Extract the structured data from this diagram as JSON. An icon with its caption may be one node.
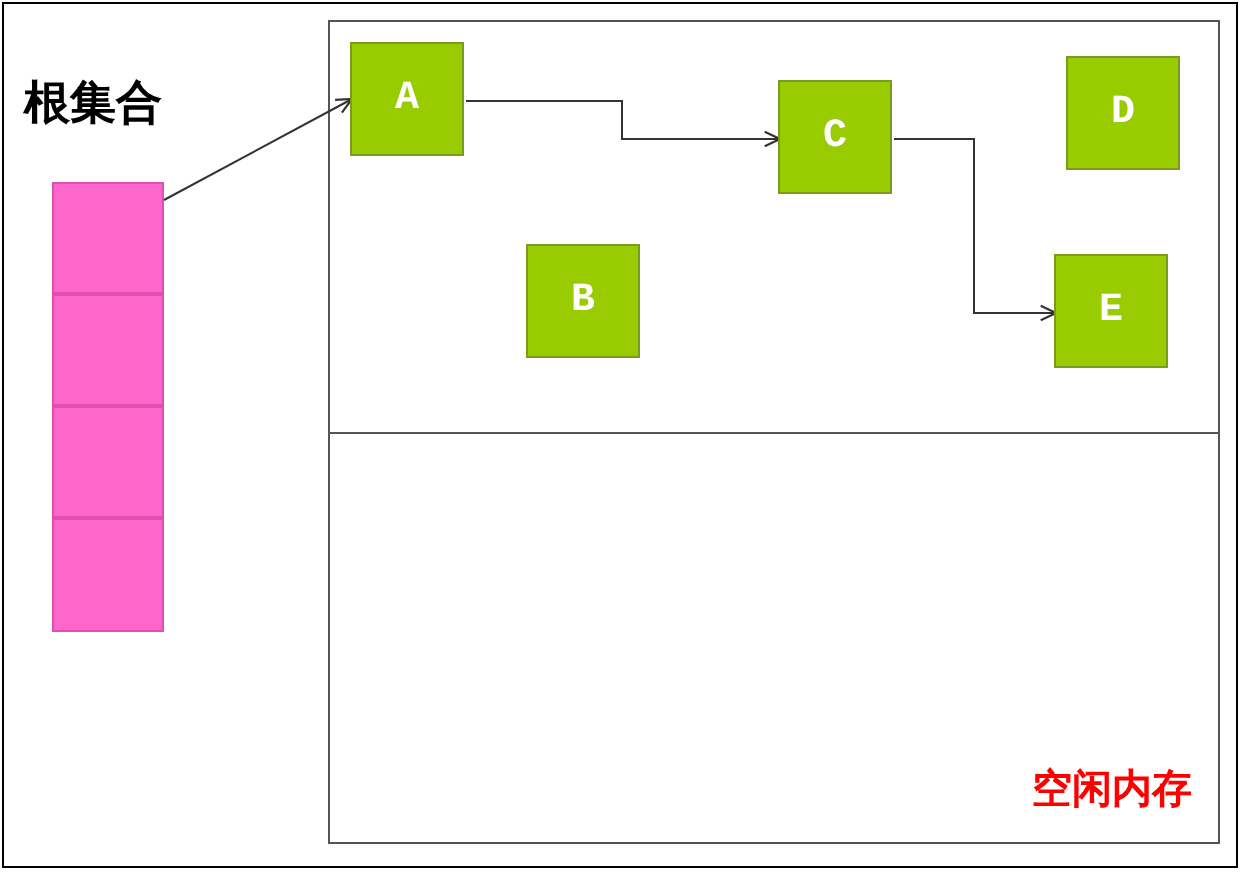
{
  "diagram": {
    "nodes": [
      {
        "text": [],
        "shape": "box"
      },
      {
        "text": [],
        "shape": "box"
      },
      {
        "text": [],
        "shape": "box"
      },
      {
        "text": [],
        "shape": "box"
      },
      {
        "text": [],
        "shape": "box"
      },
      {
        "text": [],
        "shape": "box",
        "in": 4
      },
      {
        "text": [
          "空闲内存"
        ],
        "in": 4
      },
      {
        "text": [
          "A"
        ],
        "in": 5
      },
      {
        "text": [
          "B"
        ],
        "in": 5
      },
      {
        "text": [
          "C"
        ],
        "in": 5
      },
      {
        "text": [
          "D"
        ],
        "in": 5
      },
      {
        "text": [
          "E"
        ],
        "in": 5
      }
    ],
    "edges": [
      {
        "from": 0,
        "to": 7,
        "arrow": "to"
      },
      {
        "from": 7,
        "to": 9,
        "arrow": "to"
      },
      {
        "from": 9,
        "to": 11,
        "arrow": "to"
      }
    ],
    "labels": [
      "根集合"
    ]
  }
}
